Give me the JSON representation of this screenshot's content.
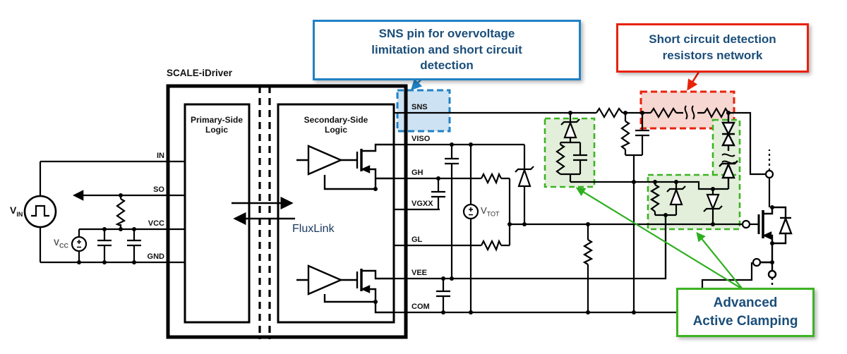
{
  "chip": {
    "title": "SCALE-iDriver",
    "primary": "Primary-Side Logic",
    "secondary": "Secondary-Side Logic",
    "link": "FluxLink"
  },
  "pins": {
    "left": [
      "IN",
      "SO",
      "VCC",
      "GND"
    ],
    "right": [
      "SNS",
      "VISO",
      "GH",
      "VGXX",
      "GL",
      "VEE",
      "COM"
    ]
  },
  "sources": {
    "vin": {
      "base": "V",
      "sub": "IN"
    },
    "vcc": {
      "base": "V",
      "sub": "CC"
    },
    "vtot": {
      "base": "V",
      "sub": "TOT"
    }
  },
  "callouts": {
    "sns": {
      "lines": [
        "SNS pin for overvoltage",
        "limitation and short circuit",
        "detection"
      ]
    },
    "short_circuit": {
      "lines": [
        "Short circuit detection",
        "resistors network"
      ]
    },
    "clamping": {
      "lines": [
        "Advanced",
        "Active Clamping"
      ]
    }
  },
  "colors": {
    "callout_text": "#1b4e79",
    "blue": "#2181c4",
    "red": "#e8220b",
    "green": "#3db323",
    "blue_fill": "#cde2f2",
    "red_fill": "#f7d7d2",
    "green_fill": "#e3efdb",
    "wire": "#000000"
  }
}
